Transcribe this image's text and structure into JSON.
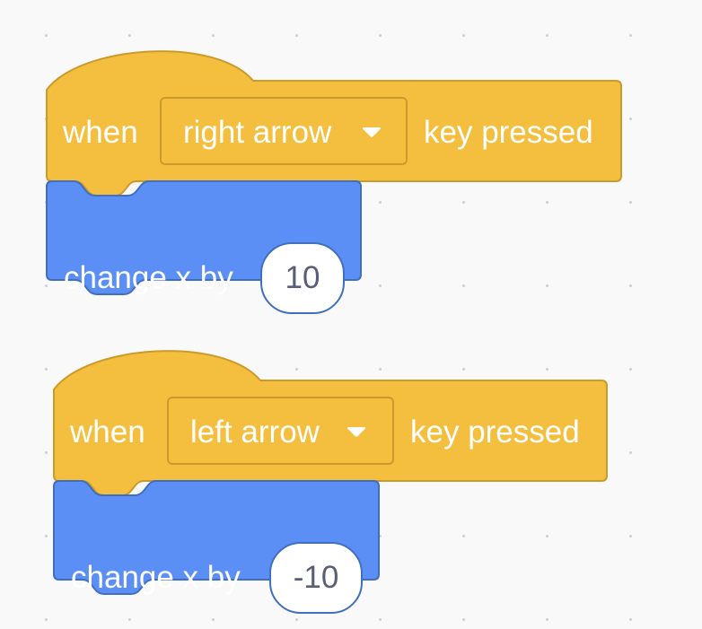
{
  "colors": {
    "events_block": "#f4bf3f",
    "events_border": "#cc9a2a",
    "motion_block": "#5b8ff6",
    "motion_border": "#3f6fbd",
    "workspace_bg": "#f9f9f9",
    "input_text": "#575e75"
  },
  "scripts": [
    {
      "hat": {
        "prefix": "when",
        "key": "right arrow",
        "suffix": "key pressed",
        "dropdown_icon": "dropdown-triangle-icon"
      },
      "motion": {
        "label": "change x by",
        "value": "10"
      }
    },
    {
      "hat": {
        "prefix": "when",
        "key": "left arrow",
        "suffix": "key pressed",
        "dropdown_icon": "dropdown-triangle-icon"
      },
      "motion": {
        "label": "change x by",
        "value": "-10"
      }
    }
  ]
}
